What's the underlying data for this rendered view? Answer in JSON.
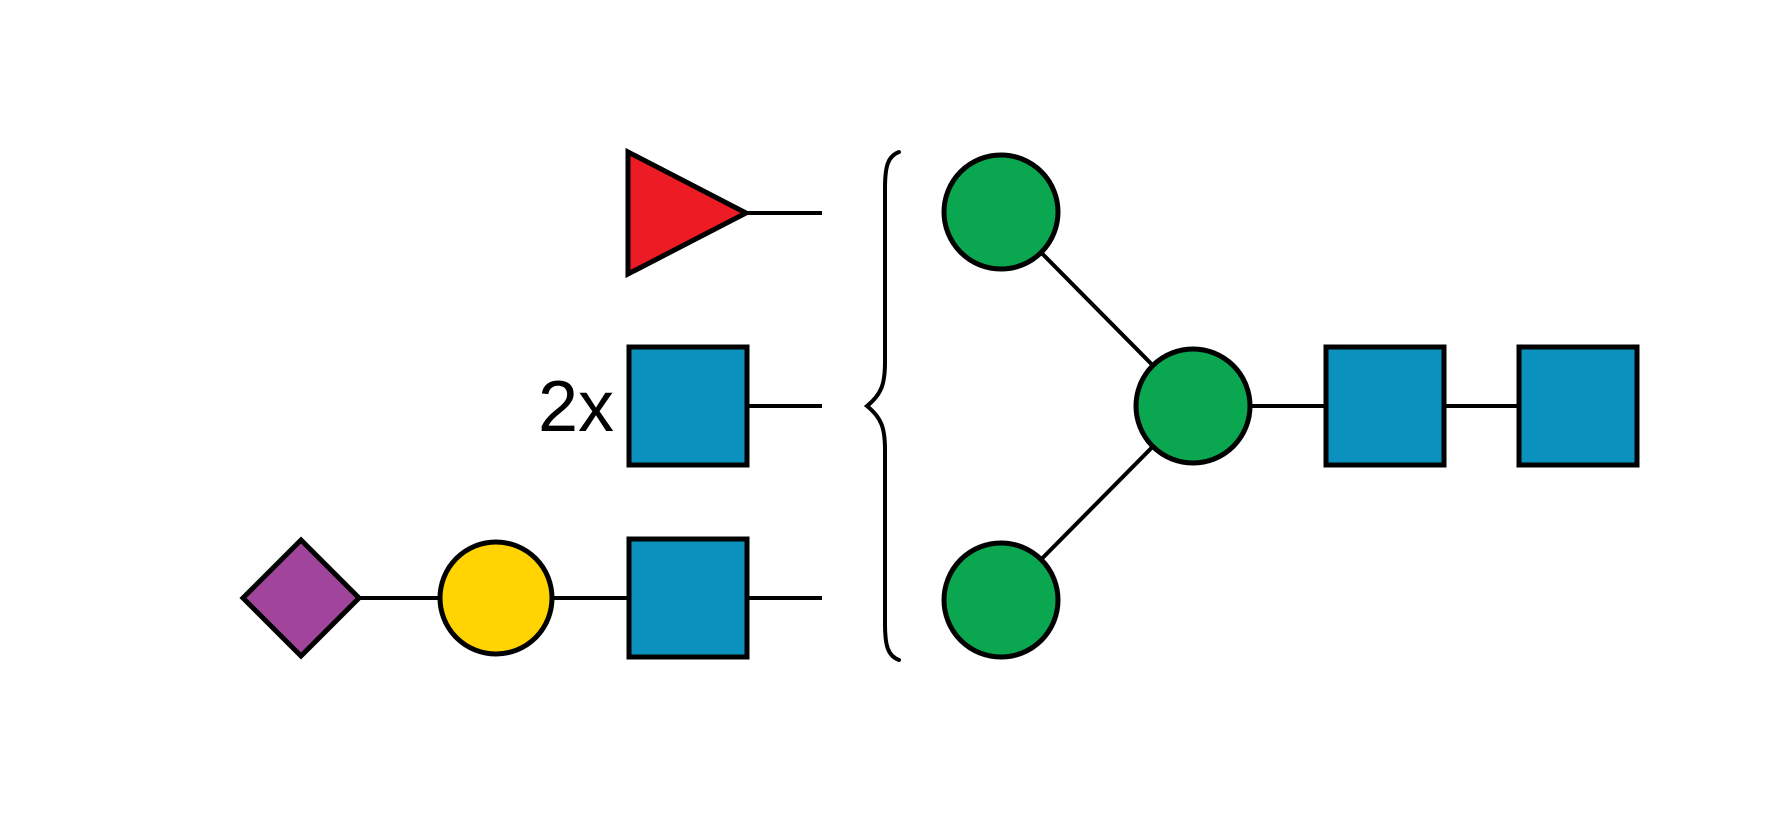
{
  "diagram": {
    "kind": "glycan-structure-diagram",
    "multiplier_label": "2x",
    "brace_glyph": "{",
    "colors": {
      "red_fucose": "#ED1C24",
      "blue_glcnac": "#0A91BE",
      "green_mannose": "#0BA750",
      "yellow_galactose": "#FFD400",
      "purple_neu5ac": "#A0459B",
      "outline": "#000000"
    },
    "nodes": [
      {
        "id": "fucose",
        "shape": "right-triangle",
        "color_key": "red_fucose",
        "row": "top",
        "annotation": ""
      },
      {
        "id": "glcnac-repeat",
        "shape": "square",
        "color_key": "blue_glcnac",
        "row": "middle",
        "annotation": "2x"
      },
      {
        "id": "neu5ac",
        "shape": "diamond",
        "color_key": "purple_neu5ac",
        "row": "bottom",
        "annotation": ""
      },
      {
        "id": "galactose",
        "shape": "circle",
        "color_key": "yellow_galactose",
        "row": "bottom",
        "annotation": ""
      },
      {
        "id": "glcnac-lower",
        "shape": "square",
        "color_key": "blue_glcnac",
        "row": "bottom",
        "annotation": ""
      },
      {
        "id": "mannose-upper",
        "shape": "circle",
        "color_key": "green_mannose",
        "row": "top",
        "annotation": ""
      },
      {
        "id": "mannose-central",
        "shape": "circle",
        "color_key": "green_mannose",
        "row": "middle",
        "annotation": ""
      },
      {
        "id": "mannose-lower",
        "shape": "circle",
        "color_key": "green_mannose",
        "row": "bottom",
        "annotation": ""
      },
      {
        "id": "glcnac-stem-1",
        "shape": "square",
        "color_key": "blue_glcnac",
        "row": "middle",
        "annotation": ""
      },
      {
        "id": "glcnac-stem-2",
        "shape": "square",
        "color_key": "blue_glcnac",
        "row": "middle",
        "annotation": ""
      }
    ],
    "edges": [
      {
        "from": "fucose",
        "to": "brace"
      },
      {
        "from": "glcnac-repeat",
        "to": "brace"
      },
      {
        "from": "neu5ac",
        "to": "galactose"
      },
      {
        "from": "galactose",
        "to": "glcnac-lower"
      },
      {
        "from": "glcnac-lower",
        "to": "brace"
      },
      {
        "from": "mannose-upper",
        "to": "mannose-central"
      },
      {
        "from": "mannose-lower",
        "to": "mannose-central"
      },
      {
        "from": "mannose-central",
        "to": "glcnac-stem-1"
      },
      {
        "from": "glcnac-stem-1",
        "to": "glcnac-stem-2"
      }
    ]
  }
}
